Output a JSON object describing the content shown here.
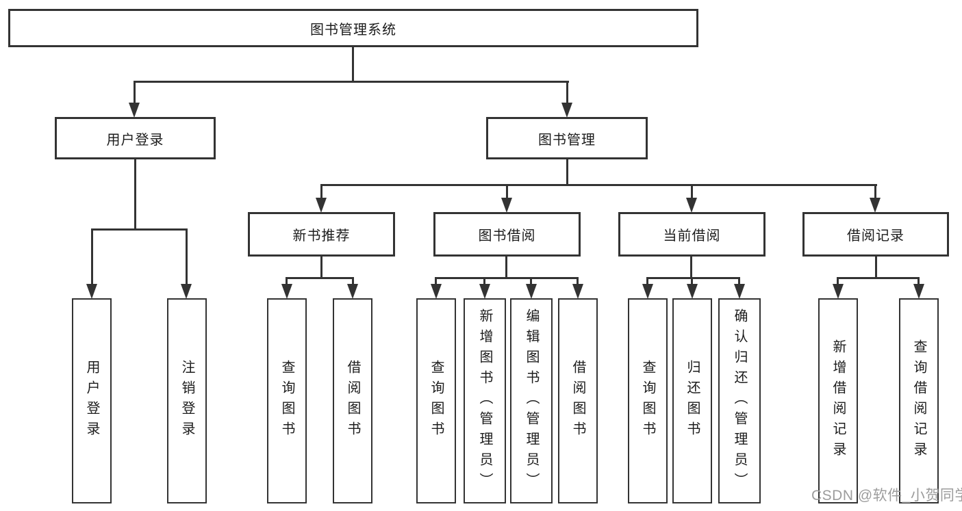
{
  "tree": {
    "root": {
      "label": "图书管理系统"
    },
    "userLogin": {
      "label": "用户登录",
      "leaves": [
        "用户登录",
        "注销登录"
      ]
    },
    "bookMgmt": {
      "label": "图书管理"
    },
    "newBooks": {
      "label": "新书推荐",
      "leaves": [
        "查询图书",
        "借阅图书"
      ]
    },
    "bookBorrow": {
      "label": "图书借阅",
      "leaves": [
        "查询图书",
        "新增图书（管理员）",
        "编辑图书（管理员）",
        "借阅图书"
      ]
    },
    "currentBorrow": {
      "label": "当前借阅",
      "leaves": [
        "查询图书",
        "归还图书",
        "确认归还（管理员）"
      ]
    },
    "borrowRecords": {
      "label": "借阅记录",
      "leaves": [
        "新增借阅记录",
        "查询借阅记录"
      ]
    }
  },
  "colors": {
    "line": "#333333",
    "text": "#1c1c1c",
    "watermark": "#9c9c9c",
    "background": "#ffffff"
  },
  "watermark": {
    "text": "CSDN @软件_小贺同学"
  }
}
